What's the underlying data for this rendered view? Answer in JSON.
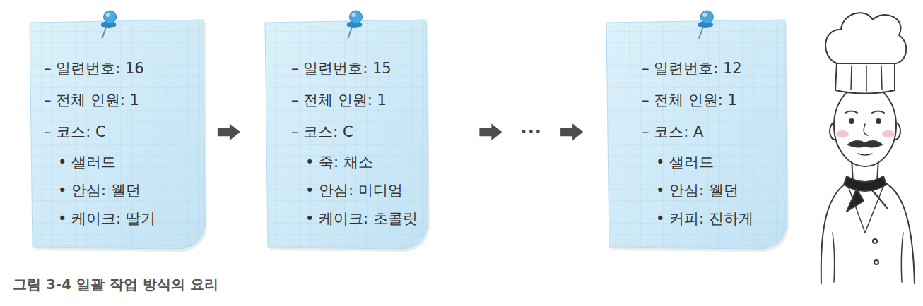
{
  "diagram": {
    "caption": "그림 3-4 일괄 작업 방식의 요리",
    "nodes": [
      {
        "text": [
          "– 일련번호: 16",
          "– 전체 인원: 1",
          "– 코스: C",
          "• 샐러드",
          "• 안심: 웰던",
          "• 케이크: 딸기"
        ]
      },
      {
        "text": [
          "– 일련번호: 15",
          "– 전체 인원: 1",
          "– 코스: C",
          "• 죽: 채소",
          "• 안심: 미디엄",
          "• 케이크: 초콜릿"
        ]
      },
      {
        "text": [
          "– 일련번호: 12",
          "– 전체 인원: 1",
          "– 코스: A",
          "• 샐러드",
          "• 안심: 웰던",
          "• 커피: 진하게"
        ]
      }
    ],
    "edges": [
      {
        "from": 0,
        "to": 1,
        "arrow": "to"
      },
      {
        "from": 1,
        "to": 2,
        "arrow": "to",
        "label": "···"
      }
    ]
  }
}
